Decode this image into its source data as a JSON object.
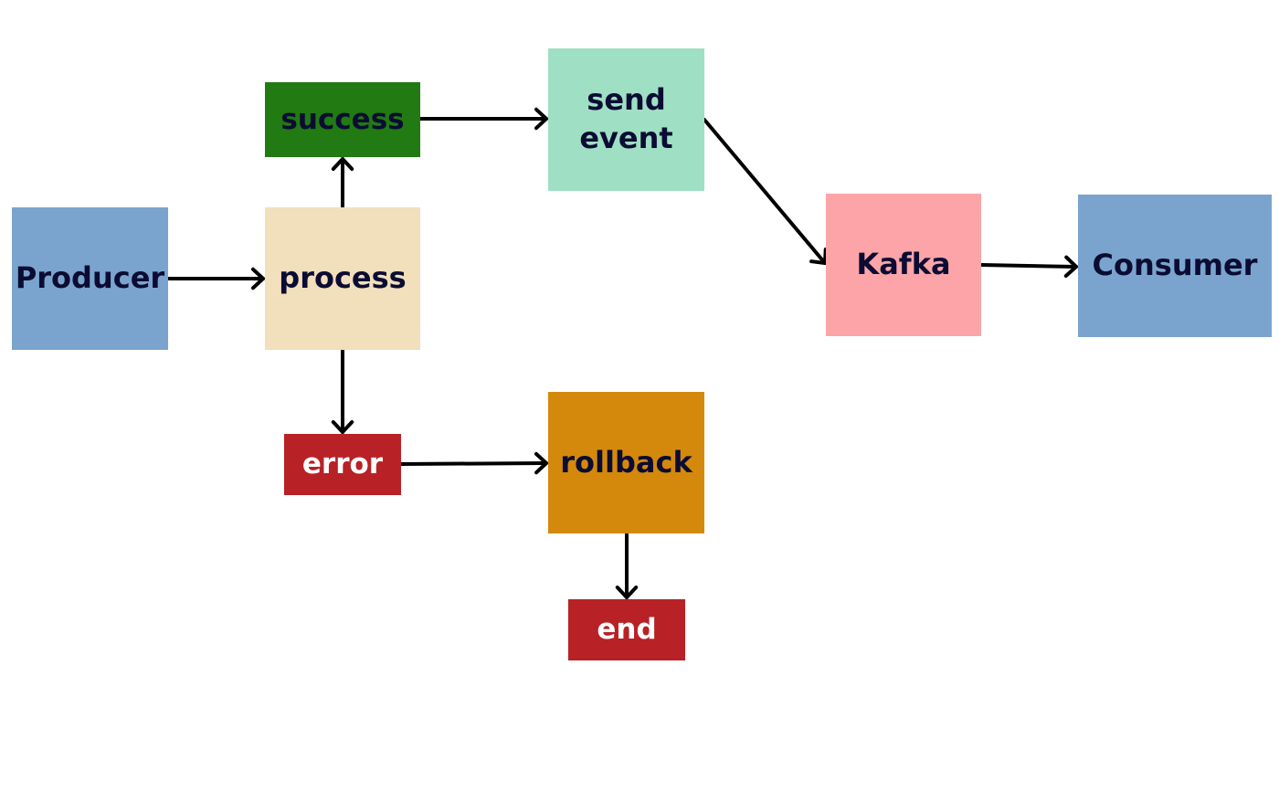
{
  "diagram": {
    "nodes": {
      "producer": {
        "label": "Producer",
        "color": "#7aa4cd",
        "text_color": "#0b0c33"
      },
      "process": {
        "label": "process",
        "color": "#f2dfbb",
        "text_color": "#0b0c33"
      },
      "success": {
        "label": "success",
        "color": "#217a12",
        "text_color": "#0b0c33"
      },
      "send_event": {
        "label": "send event",
        "color": "#9fdfc4",
        "text_color": "#0b0c33"
      },
      "kafka": {
        "label": "Kafka",
        "color": "#fda4a8",
        "text_color": "#0b0c33"
      },
      "consumer": {
        "label": "Consumer",
        "color": "#7aa4cd",
        "text_color": "#0b0c33"
      },
      "error": {
        "label": "error",
        "color": "#b82125",
        "text_color": "#ffffff"
      },
      "rollback": {
        "label": "rollback",
        "color": "#d4890c",
        "text_color": "#0b0c33"
      },
      "end": {
        "label": "end",
        "color": "#b82125",
        "text_color": "#ffffff"
      }
    },
    "edges": [
      {
        "from": "producer",
        "to": "process"
      },
      {
        "from": "process",
        "to": "success"
      },
      {
        "from": "success",
        "to": "send_event"
      },
      {
        "from": "send_event",
        "to": "kafka"
      },
      {
        "from": "kafka",
        "to": "consumer"
      },
      {
        "from": "process",
        "to": "error"
      },
      {
        "from": "error",
        "to": "rollback"
      },
      {
        "from": "rollback",
        "to": "end"
      }
    ],
    "arrow_color": "#000000"
  }
}
